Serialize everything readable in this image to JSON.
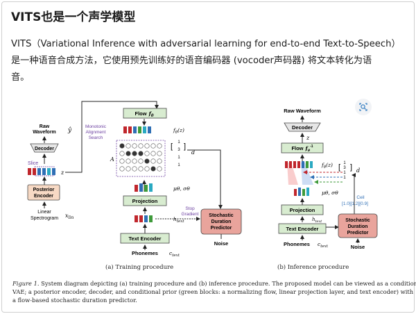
{
  "article": {
    "title": "VITS也是一个声学模型",
    "para_line1": "VITS（Variational Inference with adversarial learning for end-to-end Text-to-Speech）",
    "para_line2": "是一种语音合成方法，它使用预先训练好的语音编码器 (vocoder声码器) 将文本转化为语",
    "para_line3": "音。"
  },
  "icons": {
    "image_search": "image-search-icon"
  },
  "colors": {
    "flow_fill": "#d8ecd0",
    "encoder_fill": "#f7d9c4",
    "sdp_fill": "#e9a49c",
    "block_red": "#c0262c",
    "block_blue": "#2f6fb5",
    "block_green": "#3e9a3a",
    "block_teal": "#2aa9c2",
    "alignment_label": "#6b3fa0"
  },
  "figure": {
    "training": {
      "flow_label": "Flow",
      "flow_sym": "f",
      "flow_sub": "θ",
      "raw_waveform_label1": "Raw",
      "raw_waveform_label2": "Waveform",
      "y_hat": "ŷ",
      "decoder_label": "Decoder",
      "slice_label": "Slice",
      "z_label": "z",
      "posterior_label1": "Posterior",
      "posterior_label2": "Encoder",
      "spectrogram_label1": "Linear",
      "spectrogram_label2": "Spectrogram",
      "x_lin": "x",
      "x_lin_sub": "lin",
      "mas_label1": "Monotonic",
      "mas_label2": "Alignment",
      "mas_label3": "Search",
      "f_theta_z": "f",
      "f_theta_z_arg": "(z)",
      "a_label": "A",
      "dur": [
        "1",
        "3",
        "1",
        "1"
      ],
      "d_label": "d",
      "mu_sigma": "μθ, σθ",
      "projection_label": "Projection",
      "stop_gradient1": "Stop",
      "stop_gradient2": "Gradient",
      "h_text": "h",
      "h_text_sub": "text",
      "sdp_label1": "Stochastic",
      "sdp_label2": "Duration",
      "sdp_label3": "Predictor",
      "text_encoder_label": "Text Encoder",
      "phonemes_label": "Phonemes",
      "c_text": "c",
      "c_text_sub": "text",
      "noise_label": "Noise",
      "subcaption": "(a) Training procedure"
    },
    "inference": {
      "raw_waveform_label": "Raw Waveform",
      "decoder_label": "Decoder",
      "z_label": "z",
      "flow_label": "Flow",
      "flow_sym": "f",
      "flow_sub": "θ",
      "flow_sup": "-1",
      "f_theta_z": "f",
      "f_theta_z_arg": "(z)",
      "dur": [
        "1",
        "3",
        "1",
        "1"
      ],
      "d_label": "d",
      "mu_sigma": "μθ, σθ",
      "ceil_label": "Ceil",
      "ceil_values": "[1.0][1.2][0.9]",
      "projection_label": "Projection",
      "h_text": "h",
      "h_text_sub": "text",
      "text_encoder_label": "Text Encoder",
      "sdp_label1": "Stochastic",
      "sdp_label2": "Duration",
      "sdp_label3": "Predictor",
      "phonemes_label": "Phonemes",
      "c_text": "c",
      "c_text_sub": "text",
      "noise_label": "Noise",
      "subcaption": "(b) Inference procedure"
    },
    "caption_prefix": "Figure 1.",
    "caption_line1": "System diagram depicting (a) training procedure and (b) inference procedure. The proposed model can be viewed as a conditional",
    "caption_line2": "VAE; a posterior encoder, decoder, and conditional prior (green blocks: a normalizing flow, linear projection layer, and text encoder) with",
    "caption_line3": "a flow-based stochastic duration predictor."
  }
}
